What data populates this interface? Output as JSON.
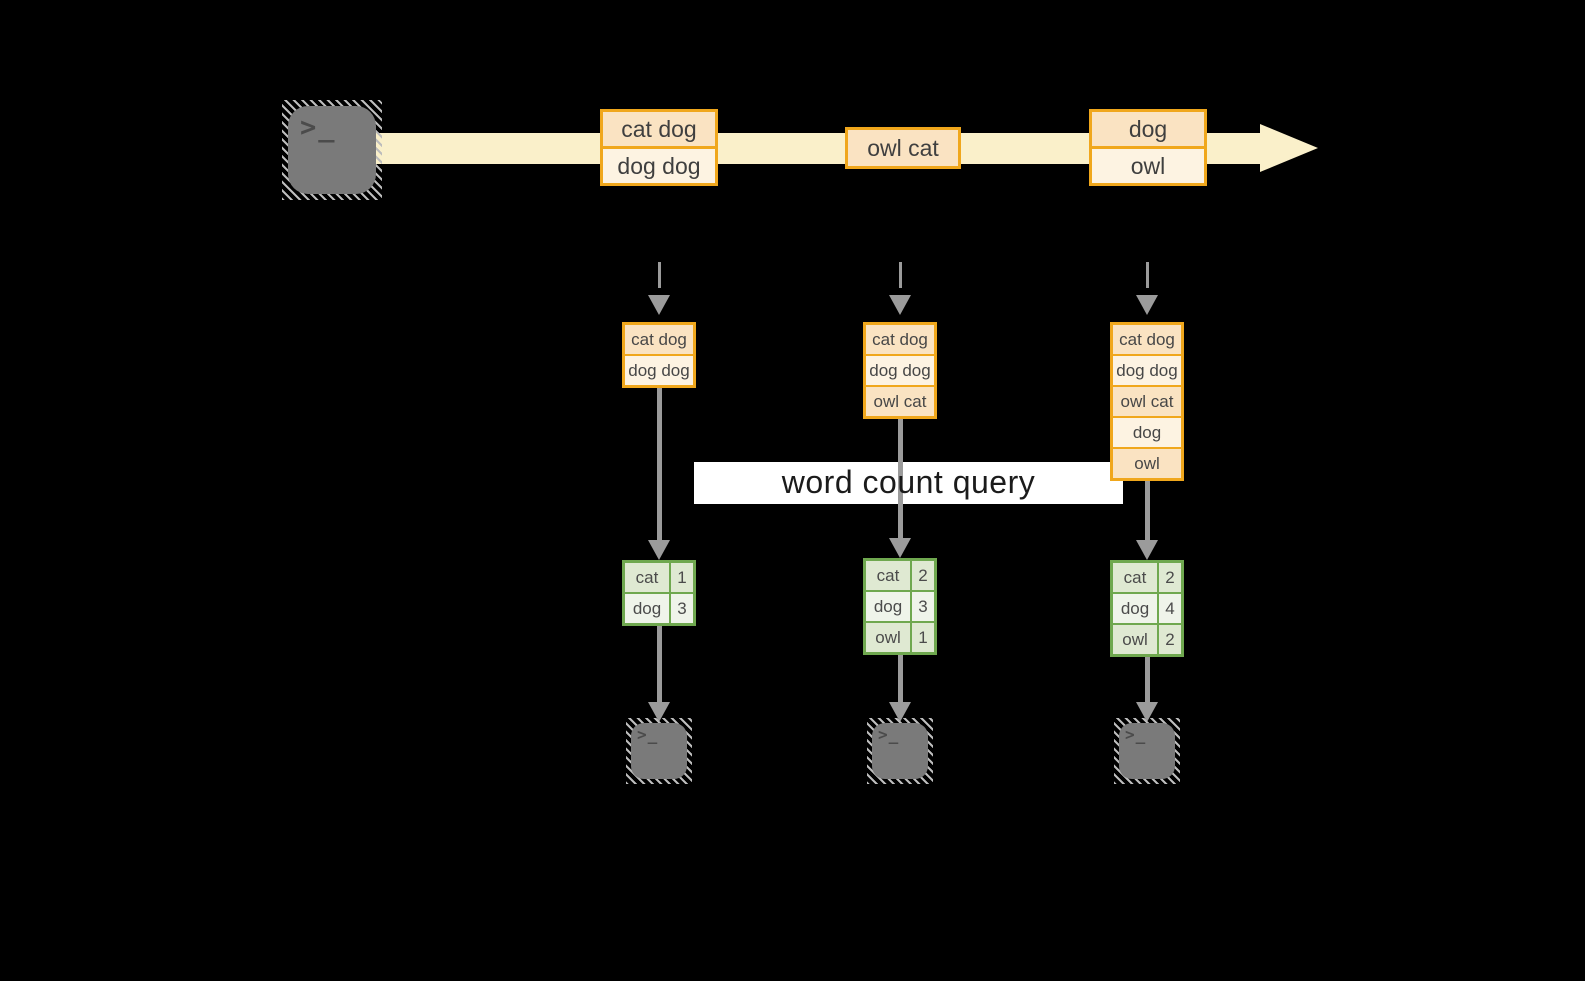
{
  "diagram": {
    "query_label": "word count query",
    "source": {
      "icon": "terminal-icon",
      "glyph": ">_"
    },
    "stream_events": [
      {
        "lines": [
          "cat dog",
          "dog dog"
        ]
      },
      {
        "lines": [
          "owl cat"
        ]
      },
      {
        "lines": [
          "dog",
          "owl"
        ]
      }
    ],
    "columns": [
      {
        "buffer": [
          "cat dog",
          "dog dog"
        ],
        "counts": [
          {
            "word": "cat",
            "count": "1"
          },
          {
            "word": "dog",
            "count": "3"
          }
        ]
      },
      {
        "buffer": [
          "cat dog",
          "dog dog",
          "owl cat"
        ],
        "counts": [
          {
            "word": "cat",
            "count": "2"
          },
          {
            "word": "dog",
            "count": "3"
          },
          {
            "word": "owl",
            "count": "1"
          }
        ]
      },
      {
        "buffer": [
          "cat dog",
          "dog dog",
          "owl cat",
          "dog",
          "owl"
        ],
        "counts": [
          {
            "word": "cat",
            "count": "2"
          },
          {
            "word": "dog",
            "count": "4"
          },
          {
            "word": "owl",
            "count": "2"
          }
        ]
      }
    ],
    "output_terminals": [
      {
        "glyph": ">_"
      },
      {
        "glyph": ">_"
      },
      {
        "glyph": ">_"
      }
    ],
    "colors": {
      "background": "#000000",
      "stream_band": "#faf0ca",
      "amber_border": "#f0a71c",
      "peach_dark": "#fae3c2",
      "peach_light": "#fdf3e2",
      "green_border": "#6fa84f",
      "green_dark": "#dfe9d2",
      "green_light": "#eff4ea",
      "arrow_gray": "#9b9b9b",
      "terminal_gray": "#7a7a7a",
      "label_bg": "#ffffff"
    }
  }
}
